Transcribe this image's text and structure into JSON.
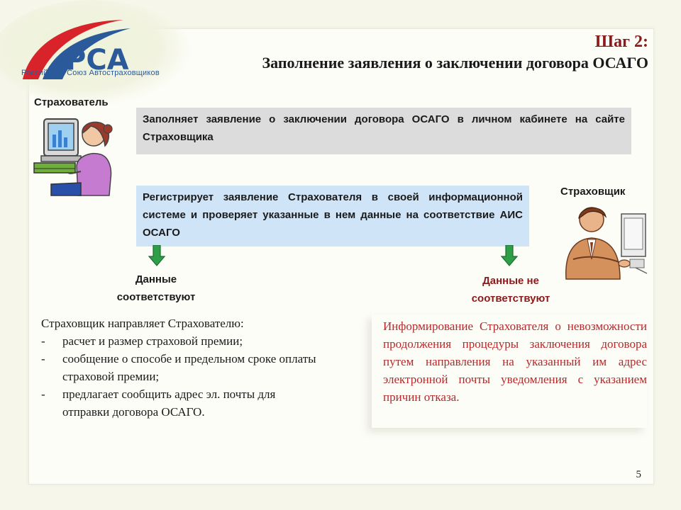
{
  "logo": {
    "brand": "РСА",
    "subtitle": "Российский Союз Автостраховщиков",
    "colors": {
      "red": "#d8232a",
      "blue": "#2b5a9a"
    }
  },
  "header": {
    "step": "Шаг 2:",
    "title": "Заполнение заявления о заключении договора ОСАГО"
  },
  "roles": {
    "insured": "Страхователь",
    "insurer": "Страховщик"
  },
  "boxes": {
    "insured_action": "Заполняет заявление о заключении договора ОСАГО в личном кабинете на сайте Страховщика",
    "insurer_action": "Регистрирует заявление Страхователя в своей информационной системе и проверяет указанные в нем данные на соответствие АИС ОСАГО"
  },
  "outcomes": {
    "ok_label": "Данные соответствуют",
    "bad_label": "Данные не соответствуют",
    "ok_intro": "Страховщик направляет Страхователю:",
    "ok_items": [
      "расчет и размер страховой премии;",
      "сообщение о способе и предельном сроке оплаты страховой премии;",
      "предлагает сообщить адрес эл. почты для отправки договора ОСАГО."
    ],
    "bad_text": "Информирование Страхователя о невозможности продолжения процедуры заключения договора путем направления на указанный им адрес электронной почты уведомления с указанием причин отказа."
  },
  "page_number": "5",
  "colors": {
    "title_red": "#8b1a1a",
    "text_red": "#b8282a",
    "gray_box": "#dcdcdc",
    "blue_box": "#cfe5f7",
    "arrow_green": "#2e9e48"
  }
}
